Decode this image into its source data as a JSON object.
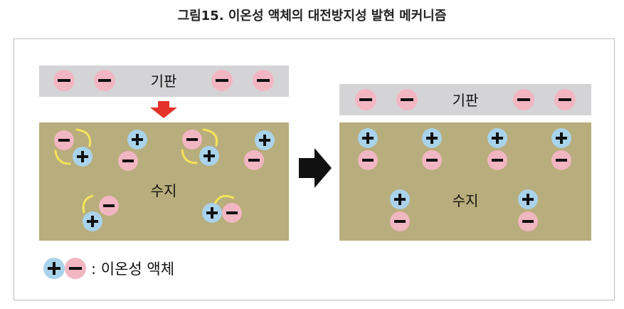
{
  "caption": "그림15. 이온성 액체의 대전방지성 발현 메커니즘",
  "left_panel": {
    "substrate_label": "기판",
    "resin_label": "수지"
  },
  "right_panel": {
    "substrate_label": "기판",
    "resin_label": "수지"
  },
  "legend": {
    "text": ": 이온성 액체"
  },
  "colors": {
    "substrate": "#d4d4d6",
    "resin": "#b8ad7c",
    "cation": "#a9d3ea",
    "anion": "#f2b6c3",
    "arrow_red": "#e5322a",
    "curl": "#f5e35a"
  }
}
